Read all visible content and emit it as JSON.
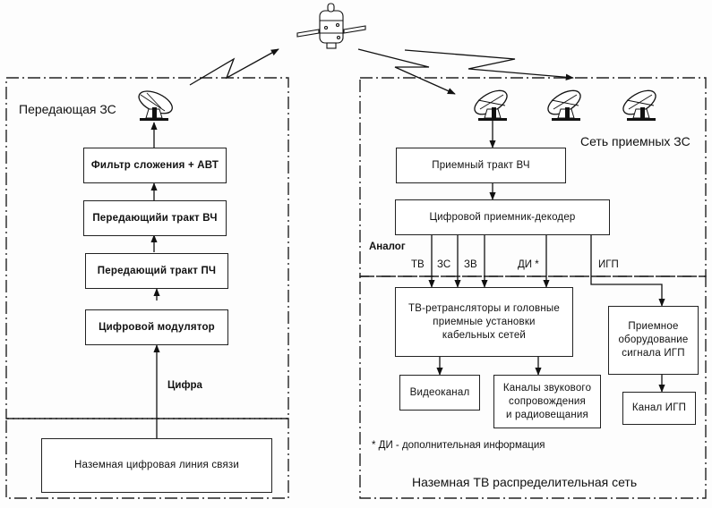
{
  "satellite": {
    "icon": "satellite-icon"
  },
  "transmit_station": {
    "title": "Передающая ЗС",
    "antenna_icon": "dish-antenna-icon",
    "blocks": [
      "Фильтр сложения + АВТ",
      "Передающийи тракт ВЧ",
      "Передающий тракт ПЧ",
      "Цифровой модулятор"
    ],
    "signal_label": "Цифра",
    "ground_link": "Наземная цифровая линия связи"
  },
  "receive_network": {
    "title": "Сеть приемных ЗС",
    "antenna_icons": [
      "dish-antenna-icon",
      "dish-antenna-icon",
      "dish-antenna-icon"
    ],
    "blocks": {
      "rf_path": "Приемный тракт ВЧ",
      "decoder": "Цифровой приемник-декодер"
    },
    "analog_label": "Аналог",
    "outputs": [
      "ТВ",
      "ЗС",
      "ЗВ",
      "ДИ *",
      "ИГП"
    ]
  },
  "distribution_network": {
    "title": "Наземная ТВ распределительная сеть",
    "blocks": {
      "tv_relays": "ТВ-ретрансляторы и головные\nприемные установки\nкабельных сетей",
      "video": "Видеоканал",
      "audio": "Каналы звукового\nсопровождения\nи радиовещания",
      "igp_equipment": "Приемное\nоборудование\nсигнала ИГП",
      "igp_channel": "Канал ИГП"
    },
    "footnote": "* ДИ - дополнительная информация"
  }
}
